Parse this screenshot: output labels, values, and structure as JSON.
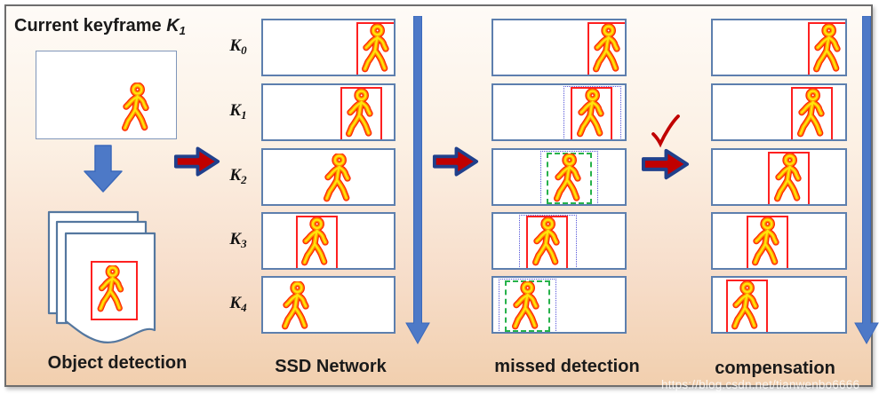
{
  "left_panel": {
    "title_prefix": "Current keyframe ",
    "title_k": "K",
    "title_sub": "1",
    "caption": "Object detection"
  },
  "row_labels": [
    {
      "k": "K",
      "sub": "0"
    },
    {
      "k": "K",
      "sub": "1"
    },
    {
      "k": "K",
      "sub": "2"
    },
    {
      "k": "K",
      "sub": "3"
    },
    {
      "k": "K",
      "sub": "4"
    }
  ],
  "columns": [
    {
      "id": "ssd",
      "caption": "SSD Network",
      "vertical_arrow": true,
      "rows": [
        {
          "frame": "K0",
          "person_x": 0.85,
          "boxes": [
            "red"
          ]
        },
        {
          "frame": "K1",
          "person_x": 0.73,
          "boxes": [
            "red"
          ]
        },
        {
          "frame": "K2",
          "person_x": 0.56,
          "boxes": []
        },
        {
          "frame": "K3",
          "person_x": 0.4,
          "boxes": [
            "red"
          ]
        },
        {
          "frame": "K4",
          "person_x": 0.25,
          "boxes": []
        }
      ]
    },
    {
      "id": "missed",
      "caption": "missed detection",
      "vertical_arrow": false,
      "rows": [
        {
          "frame": "K0",
          "person_x": 0.85,
          "boxes": [
            "red"
          ]
        },
        {
          "frame": "K1",
          "person_x": 0.73,
          "boxes": [
            "blue",
            "red"
          ]
        },
        {
          "frame": "K2",
          "person_x": 0.56,
          "boxes": [
            "blue",
            "green"
          ]
        },
        {
          "frame": "K3",
          "person_x": 0.4,
          "boxes": [
            "blue",
            "red"
          ]
        },
        {
          "frame": "K4",
          "person_x": 0.25,
          "boxes": [
            "blue",
            "green"
          ]
        }
      ]
    },
    {
      "id": "comp",
      "caption": "compensation",
      "vertical_arrow": true,
      "rows": [
        {
          "frame": "K0",
          "person_x": 0.85,
          "boxes": [
            "red"
          ]
        },
        {
          "frame": "K1",
          "person_x": 0.73,
          "boxes": [
            "red"
          ]
        },
        {
          "frame": "K2",
          "person_x": 0.56,
          "boxes": [
            "red"
          ]
        },
        {
          "frame": "K3",
          "person_x": 0.4,
          "boxes": [
            "red"
          ]
        },
        {
          "frame": "K4",
          "person_x": 0.25,
          "boxes": [
            "red"
          ]
        }
      ]
    }
  ],
  "check_mark": "✓",
  "watermark": "https://blog.csdn.net/tianwenbo6666",
  "colors": {
    "red_box": "#fe2020",
    "green_dashed_box": "#27b24b",
    "blue_dotted_box": "#5757d8",
    "flow_arrow_fill": "#c00000",
    "flow_arrow_border": "#20408c",
    "vertical_arrow": "#4d79c7",
    "frame_border": "#5d7fae",
    "pedestrian_outer": "#ff2600",
    "pedestrian_mid": "#ff9300",
    "pedestrian_core": "#ffe60a",
    "background_top": "#fefbf7",
    "background_bottom": "#f1cfae"
  }
}
